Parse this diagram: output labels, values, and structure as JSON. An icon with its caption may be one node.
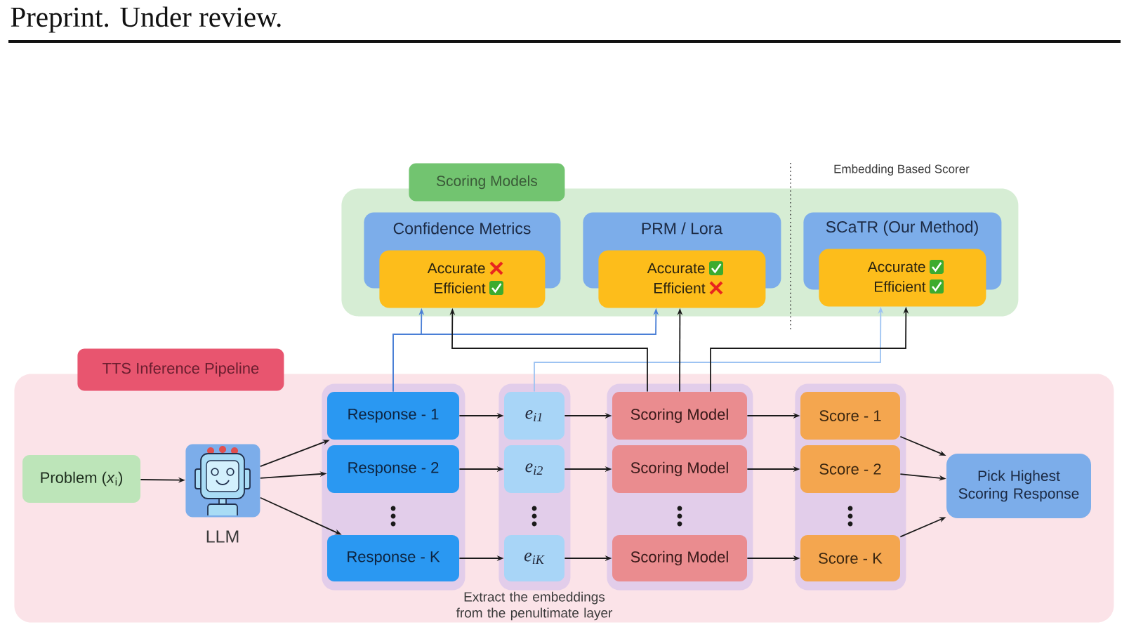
{
  "diagram": {
    "nodes": [
      {
        "text": [
          "Scoring Models"
        ]
      },
      {
        "text": [
          "Confidence Metrics"
        ],
        "in": 0
      },
      {
        "text": [
          "Accurate",
          "Efficient"
        ],
        "in": 0
      },
      {
        "text": [
          "PRM / Lora"
        ],
        "in": 0
      },
      {
        "text": [
          "Accurate",
          "Efficient"
        ],
        "in": 0
      },
      {
        "text": [
          "SCaTR (Our Method)"
        ],
        "in": 0
      },
      {
        "text": [
          "Accurate",
          "Efficient"
        ],
        "in": 0
      },
      {
        "text": [
          "TTS Inference Pipeline"
        ]
      },
      {
        "text": [
          "Problem (*x*$_{i}$)"
        ],
        "in": 7
      },
      {
        "text": [],
        "shape": "picture",
        "beside": [
          "LLM"
        ],
        "in": 7
      },
      {
        "text": [],
        "shape": "box",
        "in": 7
      },
      {
        "text": [
          "Response - 1"
        ],
        "in": 10
      },
      {
        "text": [
          "Response - 2"
        ],
        "in": 10
      },
      {
        "text": [
          "Response - K"
        ],
        "in": 10
      },
      {
        "text": [],
        "shape": "box",
        "in": 7,
        "beside": [
          "Extract the embeddings from the penultimate layer"
        ]
      },
      {
        "text": [
          "e$_{i1}$"
        ],
        "in": 14
      },
      {
        "text": [
          "e$_{i2}$"
        ],
        "in": 14
      },
      {
        "text": [
          "e$_{iK}$"
        ],
        "in": 14
      },
      {
        "text": [],
        "shape": "box",
        "in": 7
      },
      {
        "text": [
          "Scoring Model"
        ],
        "in": 18
      },
      {
        "text": [
          "Scoring Model"
        ],
        "in": 18
      },
      {
        "text": [
          "Scoring Model"
        ],
        "in": 18
      },
      {
        "text": [],
        "shape": "box",
        "in": 7
      },
      {
        "text": [
          "Score - 1"
        ],
        "in": 22
      },
      {
        "text": [
          "Score - 2"
        ],
        "in": 22
      },
      {
        "text": [
          "Score - K"
        ],
        "in": 22
      },
      {
        "text": [
          "Pick Highest Scoring Response"
        ],
        "in": 7
      }
    ],
    "edges": [
      {
        "from": 8,
        "to": 9,
        "arrow": "to"
      },
      {
        "from": 9,
        "to": 11,
        "arrow": "to"
      },
      {
        "from": 9,
        "to": 12,
        "arrow": "to"
      },
      {
        "from": 9,
        "to": 13,
        "arrow": "to"
      },
      {
        "from": 11,
        "to": 15,
        "arrow": "to"
      },
      {
        "from": 12,
        "to": 16,
        "arrow": "to"
      },
      {
        "from": 13,
        "to": 17,
        "arrow": "to"
      },
      {
        "from": 15,
        "to": 19,
        "arrow": "to"
      },
      {
        "from": 16,
        "to": 20,
        "arrow": "to"
      },
      {
        "from": 17,
        "to": 21,
        "arrow": "to"
      },
      {
        "from": 19,
        "to": 23,
        "arrow": "to"
      },
      {
        "from": 20,
        "to": 24,
        "arrow": "to"
      },
      {
        "from": 21,
        "to": 25,
        "arrow": "to"
      },
      {
        "from": 23,
        "to": 26,
        "arrow": "to"
      },
      {
        "from": 24,
        "to": 26,
        "arrow": "to"
      },
      {
        "from": 25,
        "to": 26,
        "arrow": "to"
      },
      {
        "from": 11,
        "to": 2,
        "arrow": "to",
        "color": "#4a7fd6"
      },
      {
        "from": 11,
        "to": 4,
        "arrow": "to",
        "color": "#4a7fd6"
      },
      {
        "from": 15,
        "to": 6,
        "arrow": "to",
        "color": "#9dc3f2"
      },
      {
        "from": 19,
        "to": 2,
        "arrow": "to"
      },
      {
        "from": 19,
        "to": 4,
        "arrow": "to"
      },
      {
        "from": 19,
        "to": 6,
        "arrow": "to"
      }
    ],
    "labels": [
      "Preprint. Under review.",
      "Embedding Based Scorer"
    ]
  }
}
